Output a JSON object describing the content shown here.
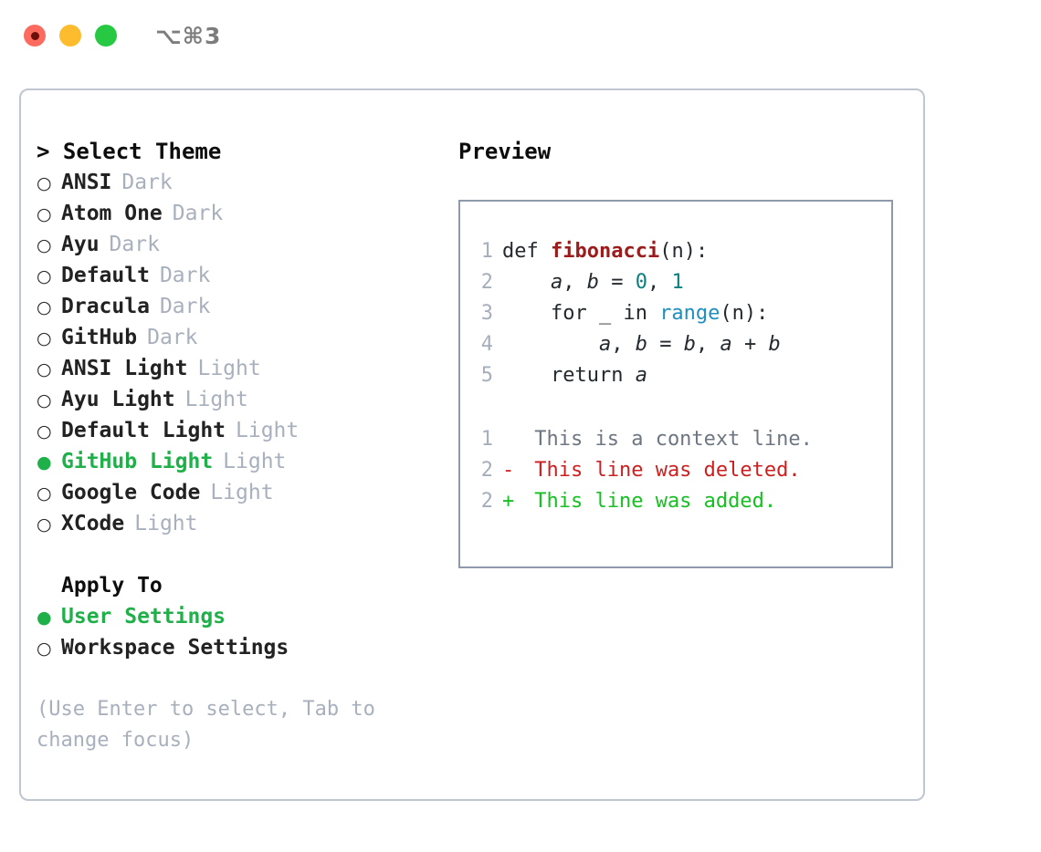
{
  "window": {
    "title": "⌥⌘3",
    "traffic_lights": [
      "close",
      "minimize",
      "maximize"
    ],
    "colors": {
      "close": "#fd6a5e",
      "minimize": "#fdbc2e",
      "maximize": "#26c941",
      "accent_green": "#20b04a",
      "muted": "#a8b0bd",
      "card_border": "#bfc6d0",
      "preview_border": "#8e9aab"
    }
  },
  "left": {
    "section_title": "> Select Theme",
    "themes": [
      {
        "marker": "○",
        "name": "ANSI",
        "tag": "Dark",
        "selected": false
      },
      {
        "marker": "○",
        "name": "Atom One",
        "tag": "Dark",
        "selected": false
      },
      {
        "marker": "○",
        "name": "Ayu",
        "tag": "Dark",
        "selected": false
      },
      {
        "marker": "○",
        "name": "Default",
        "tag": "Dark",
        "selected": false
      },
      {
        "marker": "○",
        "name": "Dracula",
        "tag": "Dark",
        "selected": false
      },
      {
        "marker": "○",
        "name": "GitHub",
        "tag": "Dark",
        "selected": false
      },
      {
        "marker": "○",
        "name": "ANSI Light",
        "tag": "Light",
        "selected": false
      },
      {
        "marker": "○",
        "name": "Ayu Light",
        "tag": "Light",
        "selected": false
      },
      {
        "marker": "○",
        "name": "Default Light",
        "tag": "Light",
        "selected": false
      },
      {
        "marker": "●",
        "name": "GitHub Light",
        "tag": "Light",
        "selected": true
      },
      {
        "marker": "○",
        "name": "Google Code",
        "tag": "Light",
        "selected": false
      },
      {
        "marker": "○",
        "name": "XCode",
        "tag": "Light",
        "selected": false
      }
    ],
    "apply_to": {
      "heading": "Apply To",
      "options": [
        {
          "marker": "●",
          "label": "User Settings",
          "selected": true
        },
        {
          "marker": "○",
          "label": "Workspace Settings",
          "selected": false
        }
      ]
    },
    "hint": "(Use Enter to select, Tab to change focus)"
  },
  "right": {
    "preview_title": "Preview",
    "code": [
      {
        "lineno": "1",
        "tokens": [
          {
            "text": "def ",
            "type": "kw"
          },
          {
            "text": "fibonacci",
            "type": "fn"
          },
          {
            "text": "(n):",
            "type": "punct"
          }
        ]
      },
      {
        "lineno": "2",
        "tokens": [
          {
            "text": "    ",
            "type": "plain"
          },
          {
            "text": "a",
            "type": "var"
          },
          {
            "text": ", ",
            "type": "punct"
          },
          {
            "text": "b",
            "type": "var"
          },
          {
            "text": " = ",
            "type": "punct"
          },
          {
            "text": "0",
            "type": "num"
          },
          {
            "text": ", ",
            "type": "punct"
          },
          {
            "text": "1",
            "type": "num"
          }
        ]
      },
      {
        "lineno": "3",
        "tokens": [
          {
            "text": "    for _ in ",
            "type": "kw"
          },
          {
            "text": "range",
            "type": "builtin"
          },
          {
            "text": "(n):",
            "type": "punct"
          }
        ]
      },
      {
        "lineno": "4",
        "tokens": [
          {
            "text": "        ",
            "type": "plain"
          },
          {
            "text": "a",
            "type": "var"
          },
          {
            "text": ", ",
            "type": "punct"
          },
          {
            "text": "b",
            "type": "var"
          },
          {
            "text": " = ",
            "type": "punct"
          },
          {
            "text": "b",
            "type": "var"
          },
          {
            "text": ", ",
            "type": "punct"
          },
          {
            "text": "a",
            "type": "var"
          },
          {
            "text": " + ",
            "type": "punct"
          },
          {
            "text": "b",
            "type": "var"
          }
        ]
      },
      {
        "lineno": "5",
        "tokens": [
          {
            "text": "    return ",
            "type": "kw"
          },
          {
            "text": "a",
            "type": "var"
          }
        ]
      }
    ],
    "diff": [
      {
        "lineno": "1",
        "mark": " ",
        "text": "This is a context line.",
        "kind": "context"
      },
      {
        "lineno": "2",
        "mark": "-",
        "text": "This line was deleted.",
        "kind": "del"
      },
      {
        "lineno": "2",
        "mark": "+",
        "text": "This line was added.",
        "kind": "add"
      }
    ]
  }
}
